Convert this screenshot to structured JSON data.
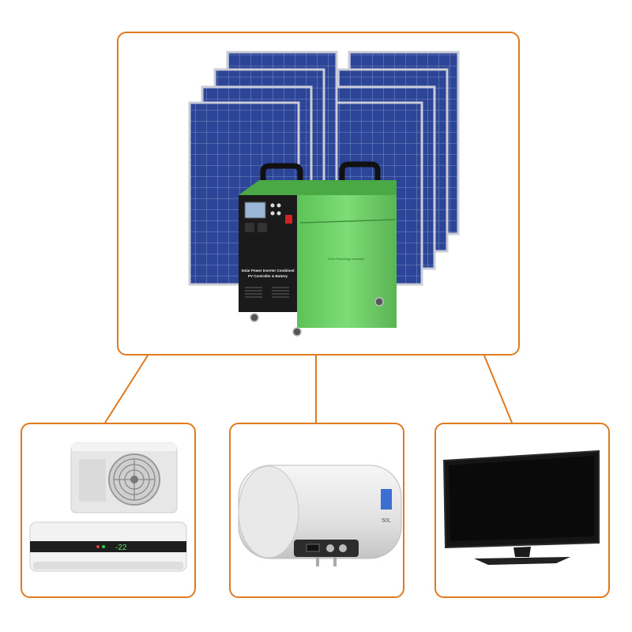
{
  "generator": {
    "lcd_text": "",
    "label_line1": "Solar Power Inverter Combined",
    "label_line2": "PV Controller & Battery",
    "side_text": "Green Technology Innovation"
  },
  "air_conditioner": {
    "display": "-22"
  },
  "water_heater": {
    "capacity": "50L"
  },
  "television": {
    "brand": ""
  },
  "colors": {
    "border": "#e07a1f",
    "panel_blue": "#2a3f8f",
    "generator_green": "#6fd06a",
    "generator_black": "#1a1a1a"
  }
}
